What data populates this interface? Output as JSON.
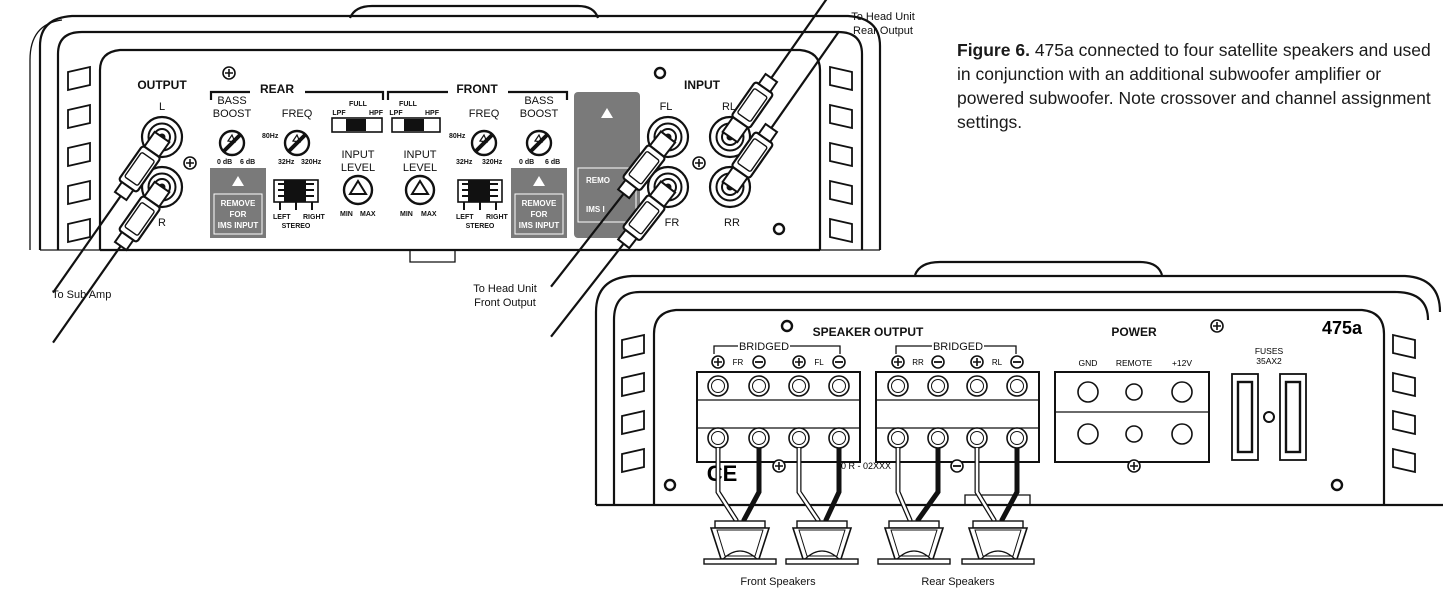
{
  "caption": {
    "figure_label": "Figure 6.",
    "text": "475a connected to four satellite speakers and used in conjunction with an additional subwoofer amplifier or powered subwoofer. Note crossover and channel assignment settings."
  },
  "callouts": {
    "head_unit_rear": [
      "To Head Unit",
      "Rear Output"
    ],
    "head_unit_front": [
      "To Head Unit",
      "Front Output"
    ],
    "sub_amp": "To Sub Amp",
    "front_speakers": "Front Speakers",
    "rear_speakers": "Rear Speakers"
  },
  "top_panel": {
    "output": {
      "title": "OUTPUT",
      "left": "L",
      "right": "R"
    },
    "rear": {
      "title": "REAR"
    },
    "front": {
      "title": "FRONT"
    },
    "bass_boost": {
      "label": [
        "BASS",
        "BOOST"
      ],
      "min": "0 dB",
      "max": "6 dB"
    },
    "freq": {
      "label": "FREQ",
      "min": "32Hz",
      "max": "320Hz",
      "mid": "80Hz"
    },
    "filter_switch": {
      "full": "FULL",
      "lpf": "LPF",
      "hpf": "HPF"
    },
    "input_level": {
      "label": [
        "INPUT",
        "LEVEL"
      ],
      "min": "MIN",
      "max": "MAX"
    },
    "stereo_switch": {
      "left": "LEFT",
      "right": "RIGHT",
      "stereo": "STEREO"
    },
    "remove_label": [
      "REMOVE",
      "FOR",
      "IMS INPUT"
    ],
    "remove_partial": [
      "REMO",
      "IMS I"
    ],
    "input": {
      "title": "INPUT",
      "fl": "FL",
      "rl": "RL",
      "fr": "FR",
      "rr": "RR"
    }
  },
  "bottom_panel": {
    "model": "475a",
    "speaker_output": "SPEAKER OUTPUT",
    "bridged": "BRIDGED",
    "channels": [
      "FR",
      "FL",
      "RR",
      "RL"
    ],
    "power": {
      "title": "POWER",
      "gnd": "GND",
      "remote": "REMOTE",
      "v12": "+12V"
    },
    "fuses": [
      "FUSES",
      "35AX2"
    ],
    "ce_mark": "CE",
    "serial": "10  R - 02XXX"
  }
}
